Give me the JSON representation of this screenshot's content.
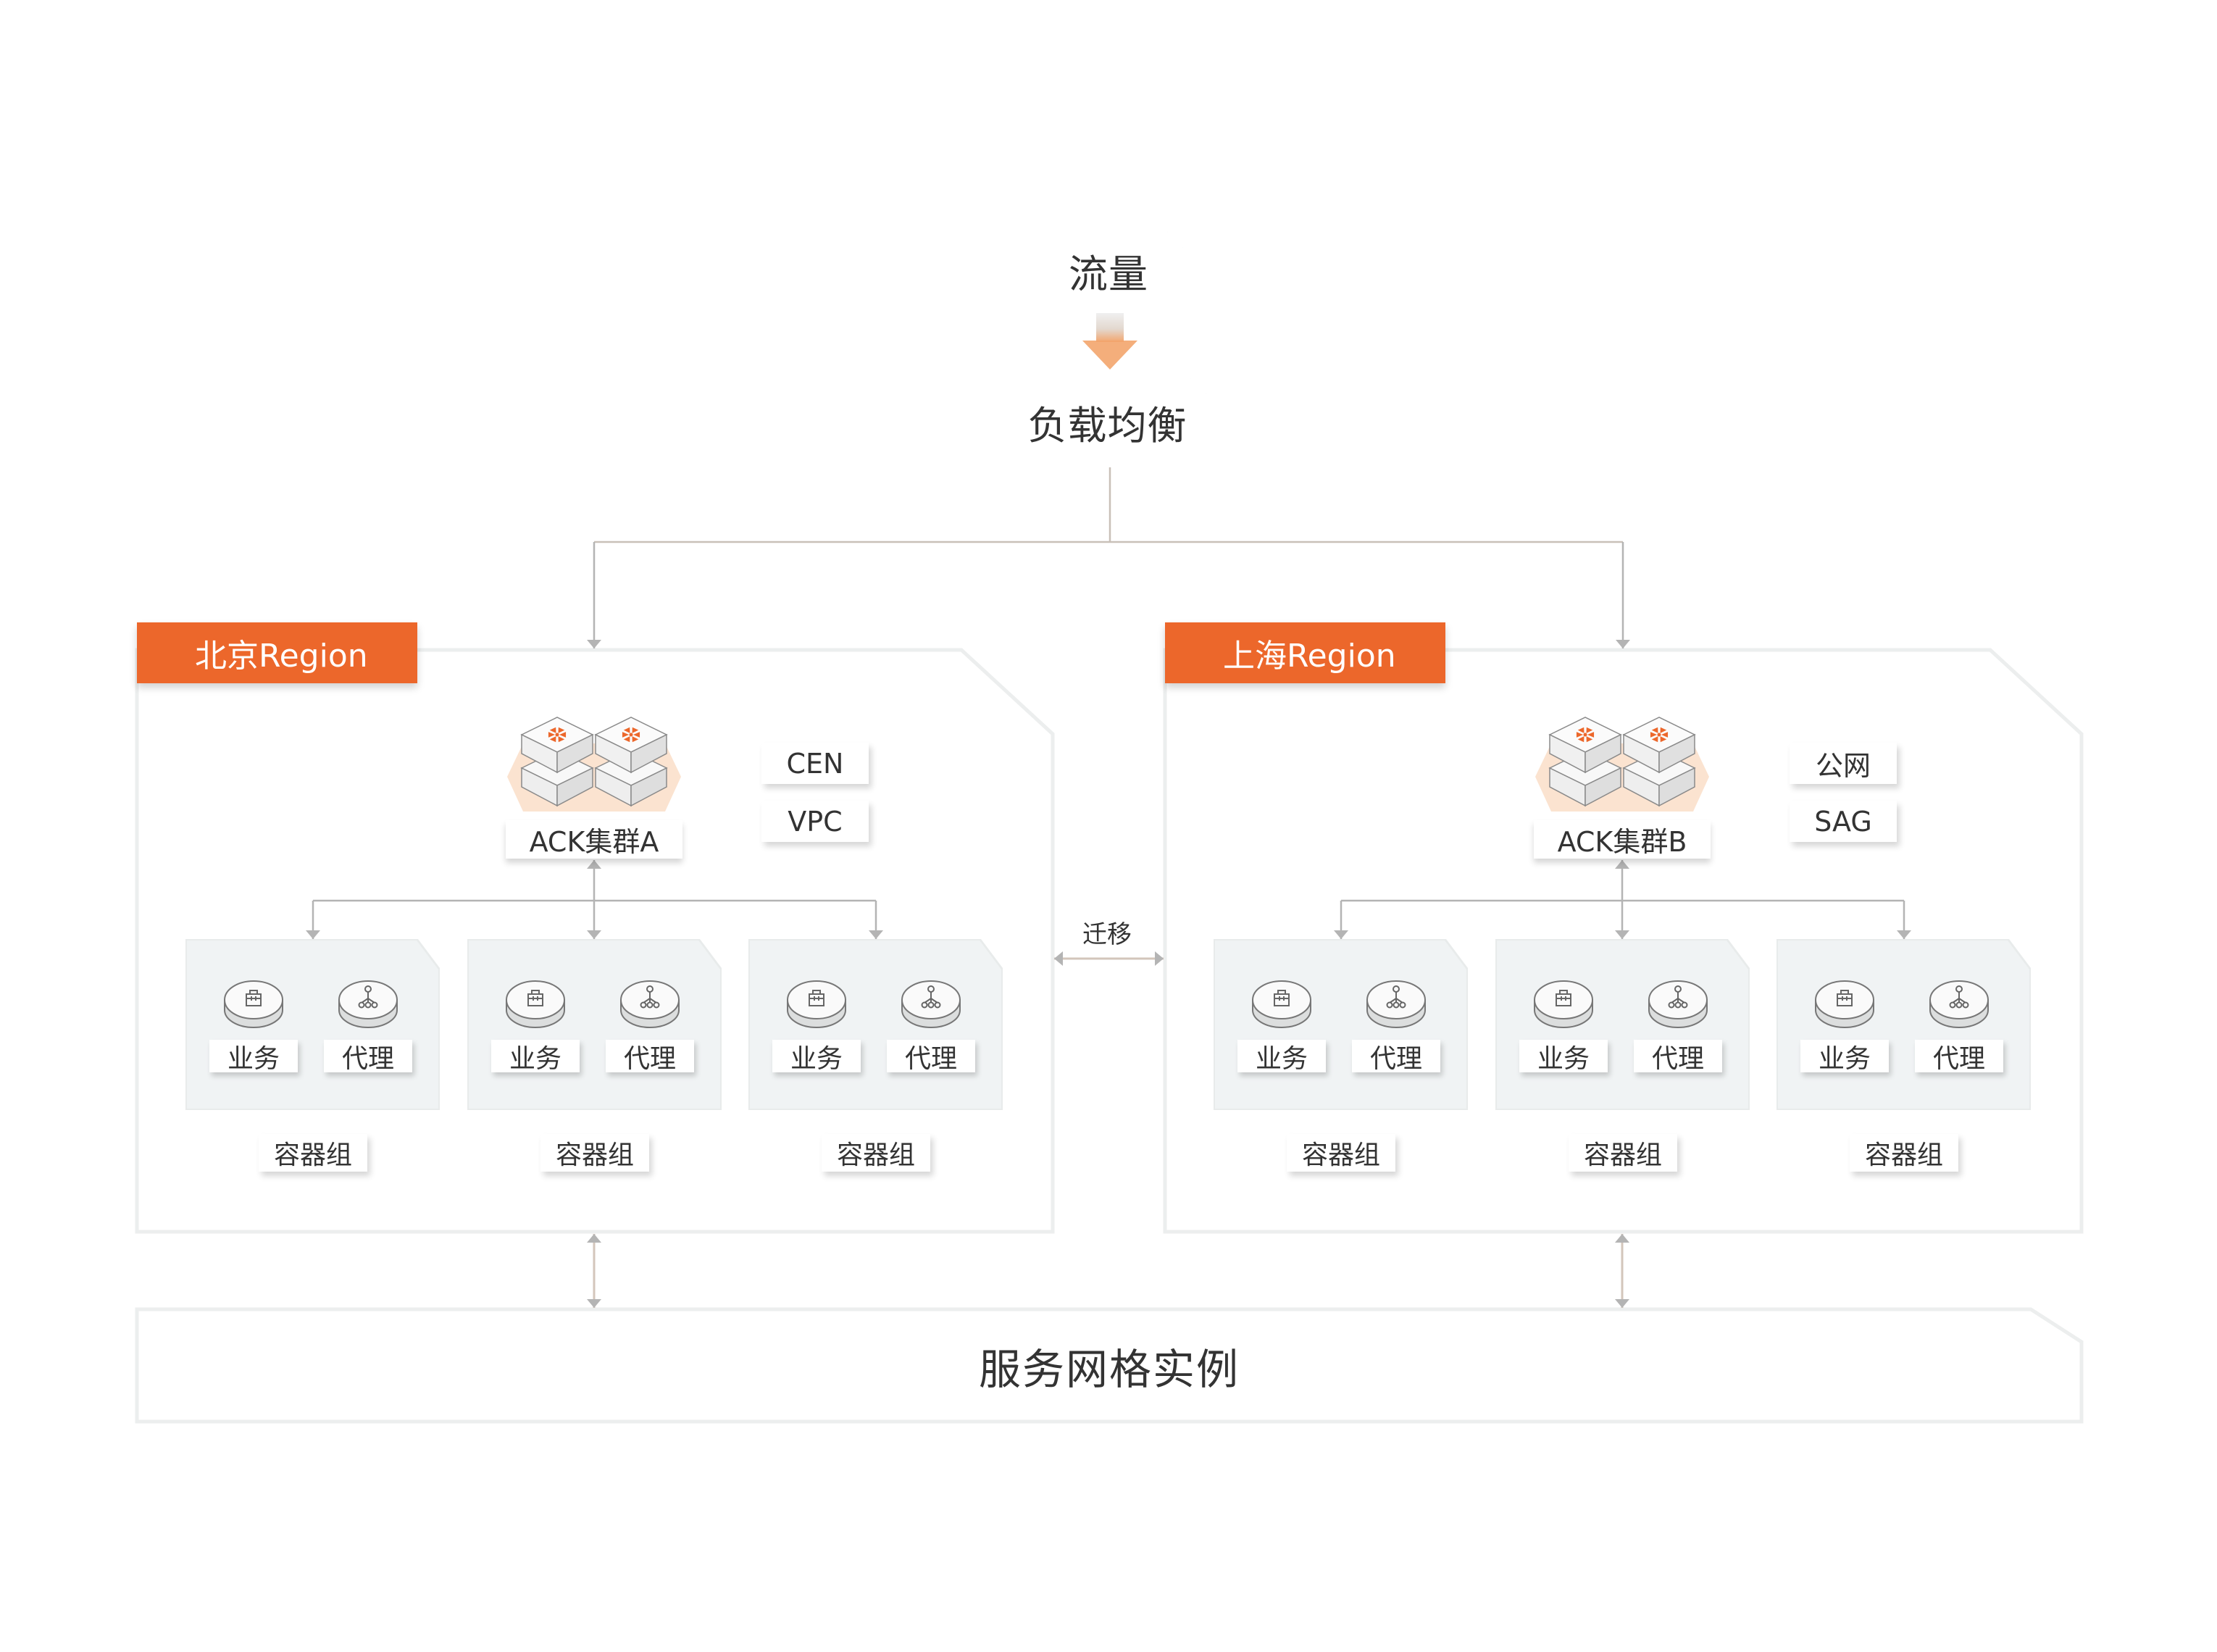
{
  "traffic": {
    "label": "流量"
  },
  "load_balancer": {
    "label": "负载均衡"
  },
  "migration": {
    "label": "迁移"
  },
  "service_mesh": {
    "label": "服务网格实例"
  },
  "colors": {
    "accent": "#ec672b",
    "accent_light": "#fbe3d0",
    "connector": "#b4b4b4",
    "pod_bg": "#f0f3f4",
    "frame": "#eceeee",
    "text": "#333333"
  },
  "regions": [
    {
      "name": "北京Region",
      "cluster": "ACK集群A",
      "network_tags": [
        "CEN",
        "VPC"
      ],
      "pods": [
        {
          "caption": "容器组",
          "app_label": "业务",
          "proxy_label": "代理",
          "app_icon": "briefcase-icon",
          "proxy_icon": "hierarchy-icon"
        },
        {
          "caption": "容器组",
          "app_label": "业务",
          "proxy_label": "代理",
          "app_icon": "briefcase-icon",
          "proxy_icon": "hierarchy-icon"
        },
        {
          "caption": "容器组",
          "app_label": "业务",
          "proxy_label": "代理",
          "app_icon": "briefcase-icon",
          "proxy_icon": "hierarchy-icon"
        }
      ]
    },
    {
      "name": "上海Region",
      "cluster": "ACK集群B",
      "network_tags": [
        "公网",
        "SAG"
      ],
      "pods": [
        {
          "caption": "容器组",
          "app_label": "业务",
          "proxy_label": "代理",
          "app_icon": "briefcase-icon",
          "proxy_icon": "hierarchy-icon"
        },
        {
          "caption": "容器组",
          "app_label": "业务",
          "proxy_label": "代理",
          "app_icon": "briefcase-icon",
          "proxy_icon": "hierarchy-icon"
        },
        {
          "caption": "容器组",
          "app_label": "业务",
          "proxy_label": "代理",
          "app_icon": "briefcase-icon",
          "proxy_icon": "hierarchy-icon"
        }
      ]
    }
  ]
}
